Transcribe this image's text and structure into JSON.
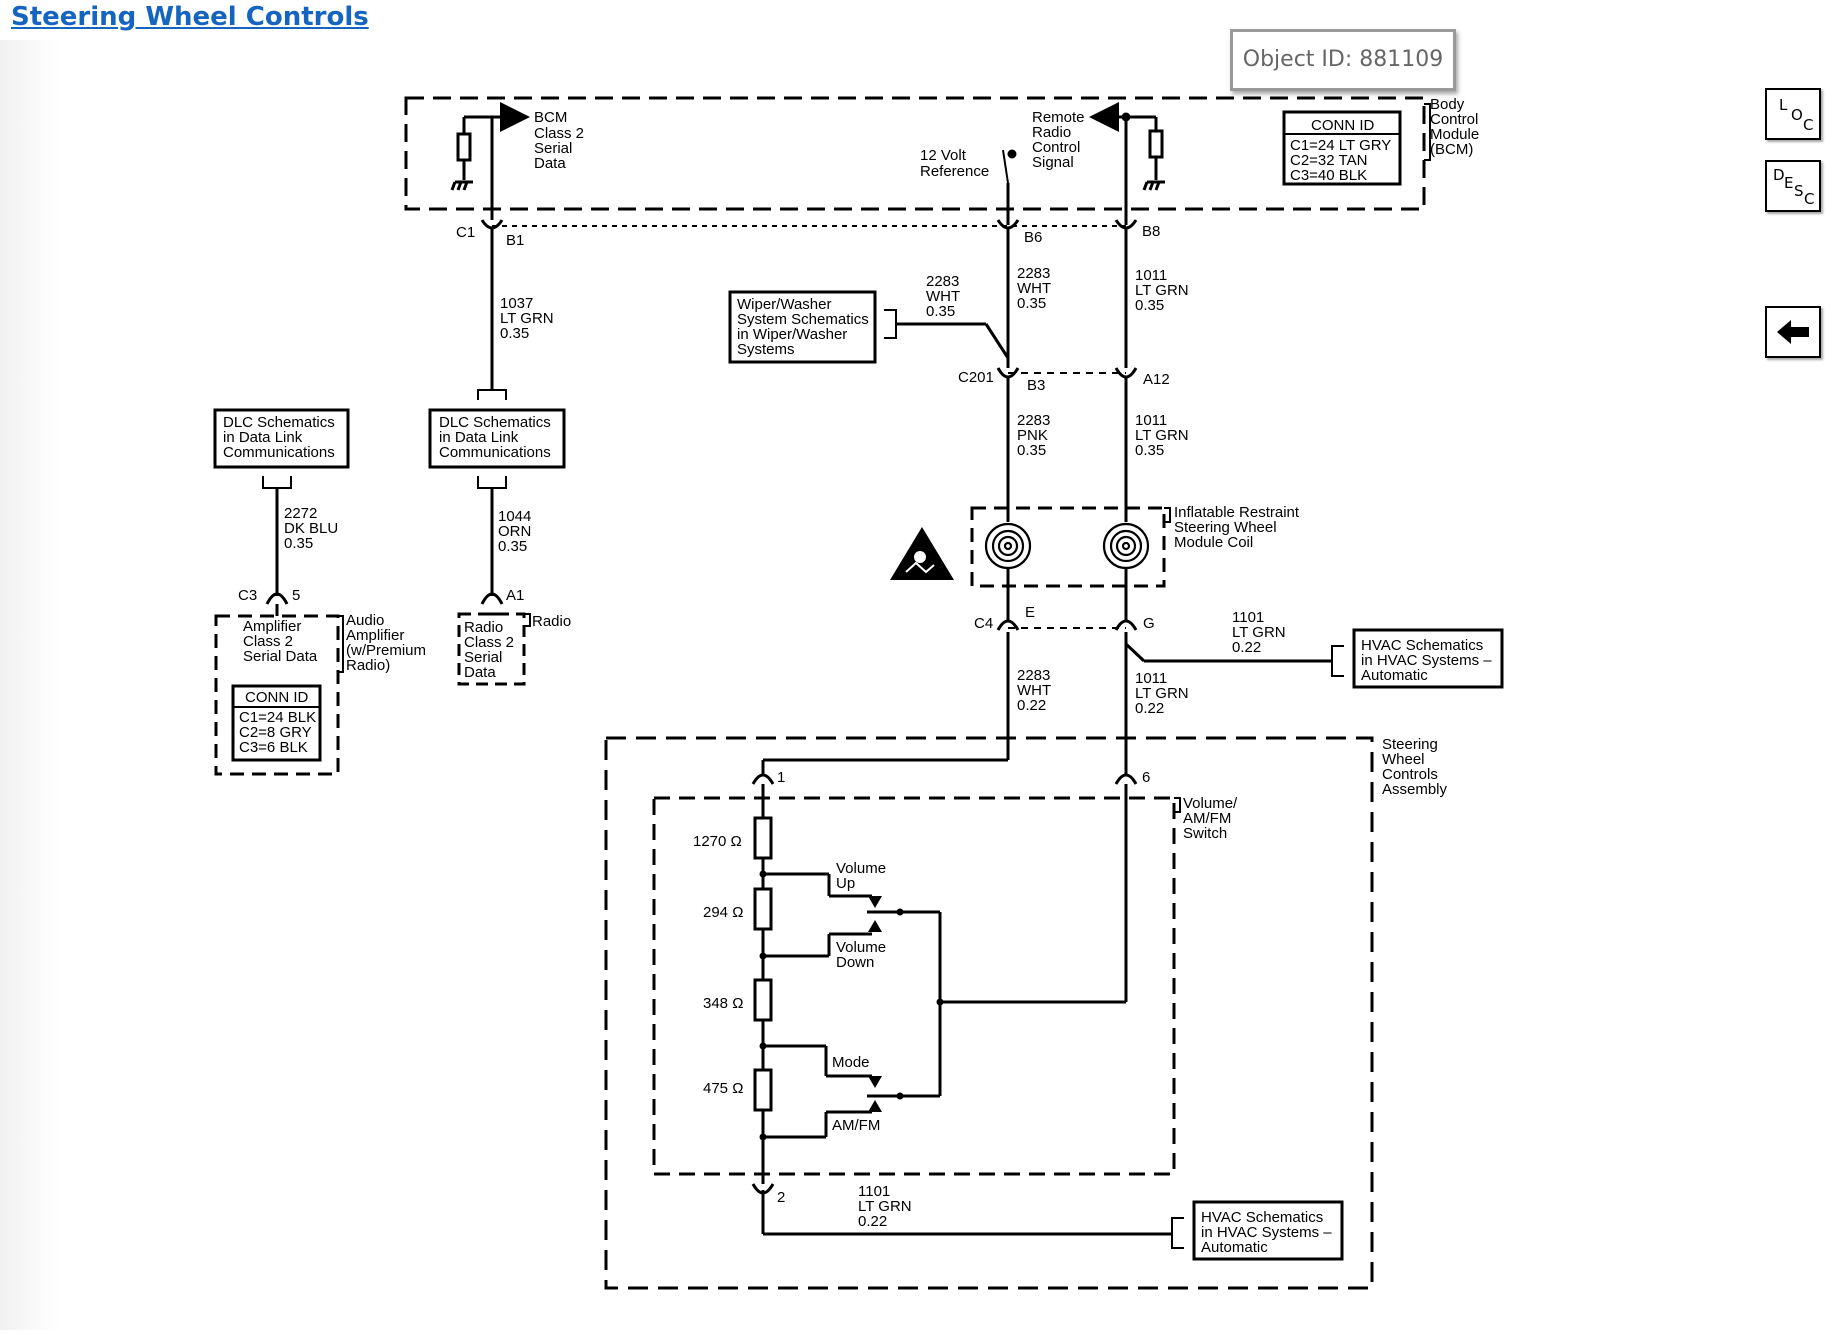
{
  "page": {
    "title": "Steering Wheel Controls"
  },
  "tooltip": {
    "text": "Object ID: 881109"
  },
  "side_buttons": [
    {
      "name": "loc",
      "letters": [
        "L",
        "O",
        "C"
      ]
    },
    {
      "name": "desc",
      "letters": [
        "D",
        "E",
        "S",
        "C"
      ]
    },
    {
      "name": "back",
      "icon": "arrow-left-icon"
    }
  ],
  "bcm": {
    "label": [
      "Body",
      "Control",
      "Module",
      "(BCM)"
    ],
    "conn_id_title": "CONN ID",
    "conn_id": [
      "C1=24 LT GRY",
      "C2=32 TAN",
      "C3=40 BLK"
    ],
    "bcm_data": [
      "BCM",
      "Class 2",
      "Serial",
      "Data"
    ],
    "twelve_volt": [
      "12 Volt",
      "Reference"
    ],
    "remote_radio": [
      "Remote",
      "Radio",
      "Control",
      "Signal"
    ]
  },
  "connectors": {
    "c1": "C1",
    "b1": "B1",
    "b6": "B6",
    "b8": "B8",
    "c201": "C201",
    "b3": "B3",
    "a12": "A12",
    "c4": "C4",
    "e": "E",
    "g": "G",
    "c3": "C3",
    "pin5": "5",
    "a1": "A1",
    "pin1": "1",
    "pin6": "6",
    "pin2": "2"
  },
  "wires": {
    "w1037": [
      "1037",
      "LT GRN",
      "0.35"
    ],
    "w2283_wht_top": [
      "2283",
      "WHT",
      "0.35"
    ],
    "w2283_wiper": [
      "2283",
      "WHT",
      "0.35"
    ],
    "w1011_top": [
      "1011",
      "LT GRN",
      "0.35"
    ],
    "w2283_pnk": [
      "2283",
      "PNK",
      "0.35"
    ],
    "w1011_mid": [
      "1011",
      "LT GRN",
      "0.35"
    ],
    "w2272": [
      "2272",
      "DK BLU",
      "0.35"
    ],
    "w1044": [
      "1044",
      "ORN",
      "0.35"
    ],
    "w1101_top": [
      "1101",
      "LT GRN",
      "0.22"
    ],
    "w2283_wht_low": [
      "2283",
      "WHT",
      "0.22"
    ],
    "w1011_low": [
      "1011",
      "LT GRN",
      "0.22"
    ],
    "w1101_bottom": [
      "1101",
      "LT GRN",
      "0.22"
    ]
  },
  "boxes": {
    "wiper": [
      "Wiper/Washer",
      "System Schematics",
      "in Wiper/Washer",
      "Systems"
    ],
    "dlc_left": [
      "DLC Schematics",
      "in Data Link",
      "Communications"
    ],
    "dlc_mid": [
      "DLC Schematics",
      "in Data Link",
      "Communications"
    ],
    "hvac_top": [
      "HVAC Schematics",
      "in HVAC Systems –",
      "Automatic"
    ],
    "hvac_bottom": [
      "HVAC Schematics",
      "in HVAC Systems –",
      "Automatic"
    ]
  },
  "airbag": {
    "label": [
      "Inflatable Restraint",
      "Steering Wheel",
      "Module Coil"
    ]
  },
  "amplifier": {
    "inner": [
      "Amplifier",
      "Class 2",
      "Serial Data"
    ],
    "label": [
      "Audio",
      "Amplifier",
      "(w/Premium",
      "Radio)"
    ],
    "conn_id_title": "CONN ID",
    "conn_id": [
      "C1=24 BLK",
      "C2=8 GRY",
      "C3=6 BLK"
    ]
  },
  "radio": {
    "inner": [
      "Radio",
      "Class 2",
      "Serial",
      "Data"
    ],
    "label": "Radio"
  },
  "swc": {
    "label": [
      "Steering",
      "Wheel",
      "Controls",
      "Assembly"
    ],
    "switch_label": [
      "Volume/",
      "AM/FM",
      "Switch"
    ],
    "resistors": [
      "1270 Ω",
      "294 Ω",
      "348 Ω",
      "475 Ω"
    ],
    "volume_up": [
      "Volume",
      "Up"
    ],
    "volume_down": [
      "Volume",
      "Down"
    ],
    "mode": "Mode",
    "amfm": "AM/FM"
  }
}
